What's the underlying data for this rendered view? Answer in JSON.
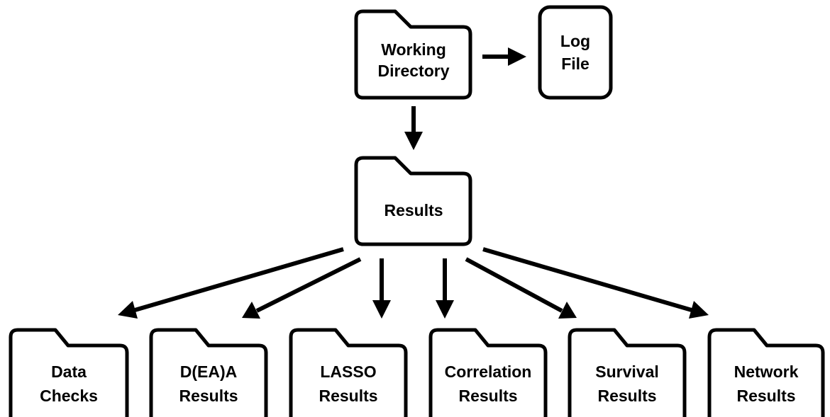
{
  "nodes": {
    "working_directory": {
      "line1": "Working",
      "line2": "Directory",
      "icon": "folder-icon"
    },
    "log_file": {
      "line1": "Log",
      "line2": "File",
      "icon": "document-icon"
    },
    "results": {
      "line1": "Results",
      "icon": "folder-icon"
    },
    "children": [
      {
        "line1": "Data",
        "line2": "Checks"
      },
      {
        "line1": "D(EA)A",
        "line2": "Results"
      },
      {
        "line1": "LASSO",
        "line2": "Results"
      },
      {
        "line1": "Correlation",
        "line2": "Results"
      },
      {
        "line1": "Survival",
        "line2": "Results"
      },
      {
        "line1": "Network",
        "line2": "Results"
      }
    ]
  },
  "colors": {
    "stroke": "#000000",
    "fill": "#ffffff",
    "background": "#ffffff"
  }
}
